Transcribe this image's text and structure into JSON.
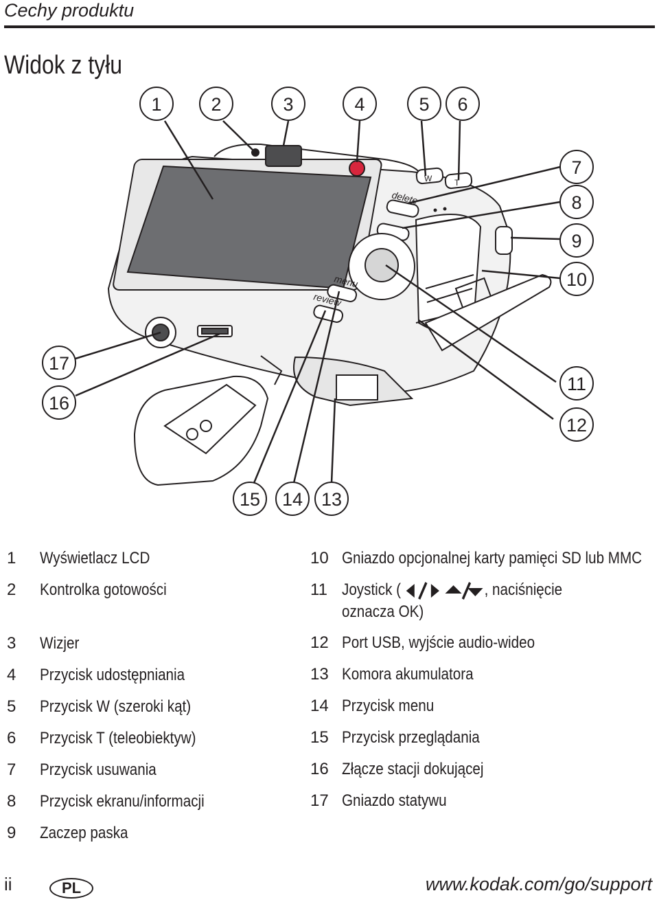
{
  "header": {
    "section": "Cechy produktu"
  },
  "title": "Widok z tyłu",
  "callouts": [
    "1",
    "2",
    "3",
    "4",
    "5",
    "6",
    "7",
    "8",
    "9",
    "10",
    "11",
    "12",
    "13",
    "14",
    "15",
    "16",
    "17"
  ],
  "camera": {
    "button_labels": [
      "delete",
      "menu",
      "review"
    ],
    "zoom_labels": [
      "W",
      "T"
    ]
  },
  "legend_left": [
    {
      "n": "1",
      "text": "Wyświetlacz LCD"
    },
    {
      "n": "2",
      "text": "Kontrolka gotowości"
    },
    {
      "n": "3",
      "text": "Wizjer"
    },
    {
      "n": "4",
      "text": "Przycisk udostępniania"
    },
    {
      "n": "5",
      "text": "Przycisk W (szeroki kąt)"
    },
    {
      "n": "6",
      "text": "Przycisk T (teleobiektyw)"
    },
    {
      "n": "7",
      "text": "Przycisk usuwania"
    },
    {
      "n": "8",
      "text": "Przycisk ekranu/informacji"
    },
    {
      "n": "9",
      "text": "Zaczep paska"
    }
  ],
  "legend_right": [
    {
      "n": "10",
      "text": "Gniazdo opcjonalnej karty pamięci SD lub MMC"
    },
    {
      "n": "11",
      "text_before": "Joystick (",
      "text_after": ", naciśnięcie oznacza OK)"
    },
    {
      "n": "12",
      "text": "Port USB, wyjście audio-wideo"
    },
    {
      "n": "13",
      "text": "Komora akumulatora"
    },
    {
      "n": "14",
      "text": "Przycisk menu"
    },
    {
      "n": "15",
      "text": "Przycisk przeglądania"
    },
    {
      "n": "16",
      "text": "Złącze stacji dokującej"
    },
    {
      "n": "17",
      "text": "Gniazdo statywu"
    }
  ],
  "footer": {
    "page": "ii",
    "lang": "PL",
    "url": "www.kodak.com/go/support"
  }
}
